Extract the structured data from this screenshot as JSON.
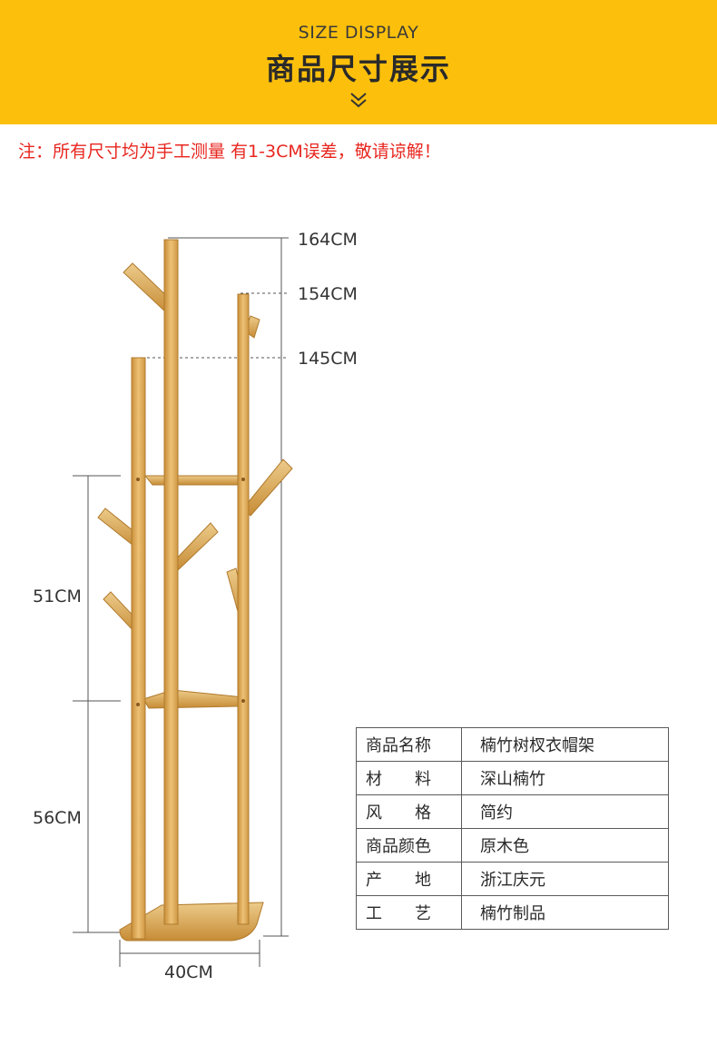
{
  "header": {
    "subtitle": "SIZE DISPLAY",
    "title": "商品尺寸展示"
  },
  "note": "注：所有尺寸均为手工测量 有1-3CM误差，敬请谅解！",
  "dimensions": {
    "h164": "164CM",
    "h154": "154CM",
    "h145": "145CM",
    "h51": "51CM",
    "h56": "56CM",
    "w40": "40CM"
  },
  "specs": [
    {
      "label": "商品名称",
      "value": "楠竹树杈衣帽架"
    },
    {
      "label": "材　　料",
      "value": "深山楠竹"
    },
    {
      "label": "风　　格",
      "value": "简约"
    },
    {
      "label": "商品颜色",
      "value": "原木色"
    },
    {
      "label": "产　　地",
      "value": "浙江庆元"
    },
    {
      "label": "工　　艺",
      "value": "楠竹制品"
    }
  ],
  "colors": {
    "banner": "#fcc00c",
    "note": "#e8261f",
    "wood": "#e2b15c"
  },
  "icons": {
    "chevron": "double-chevron-down-icon"
  }
}
